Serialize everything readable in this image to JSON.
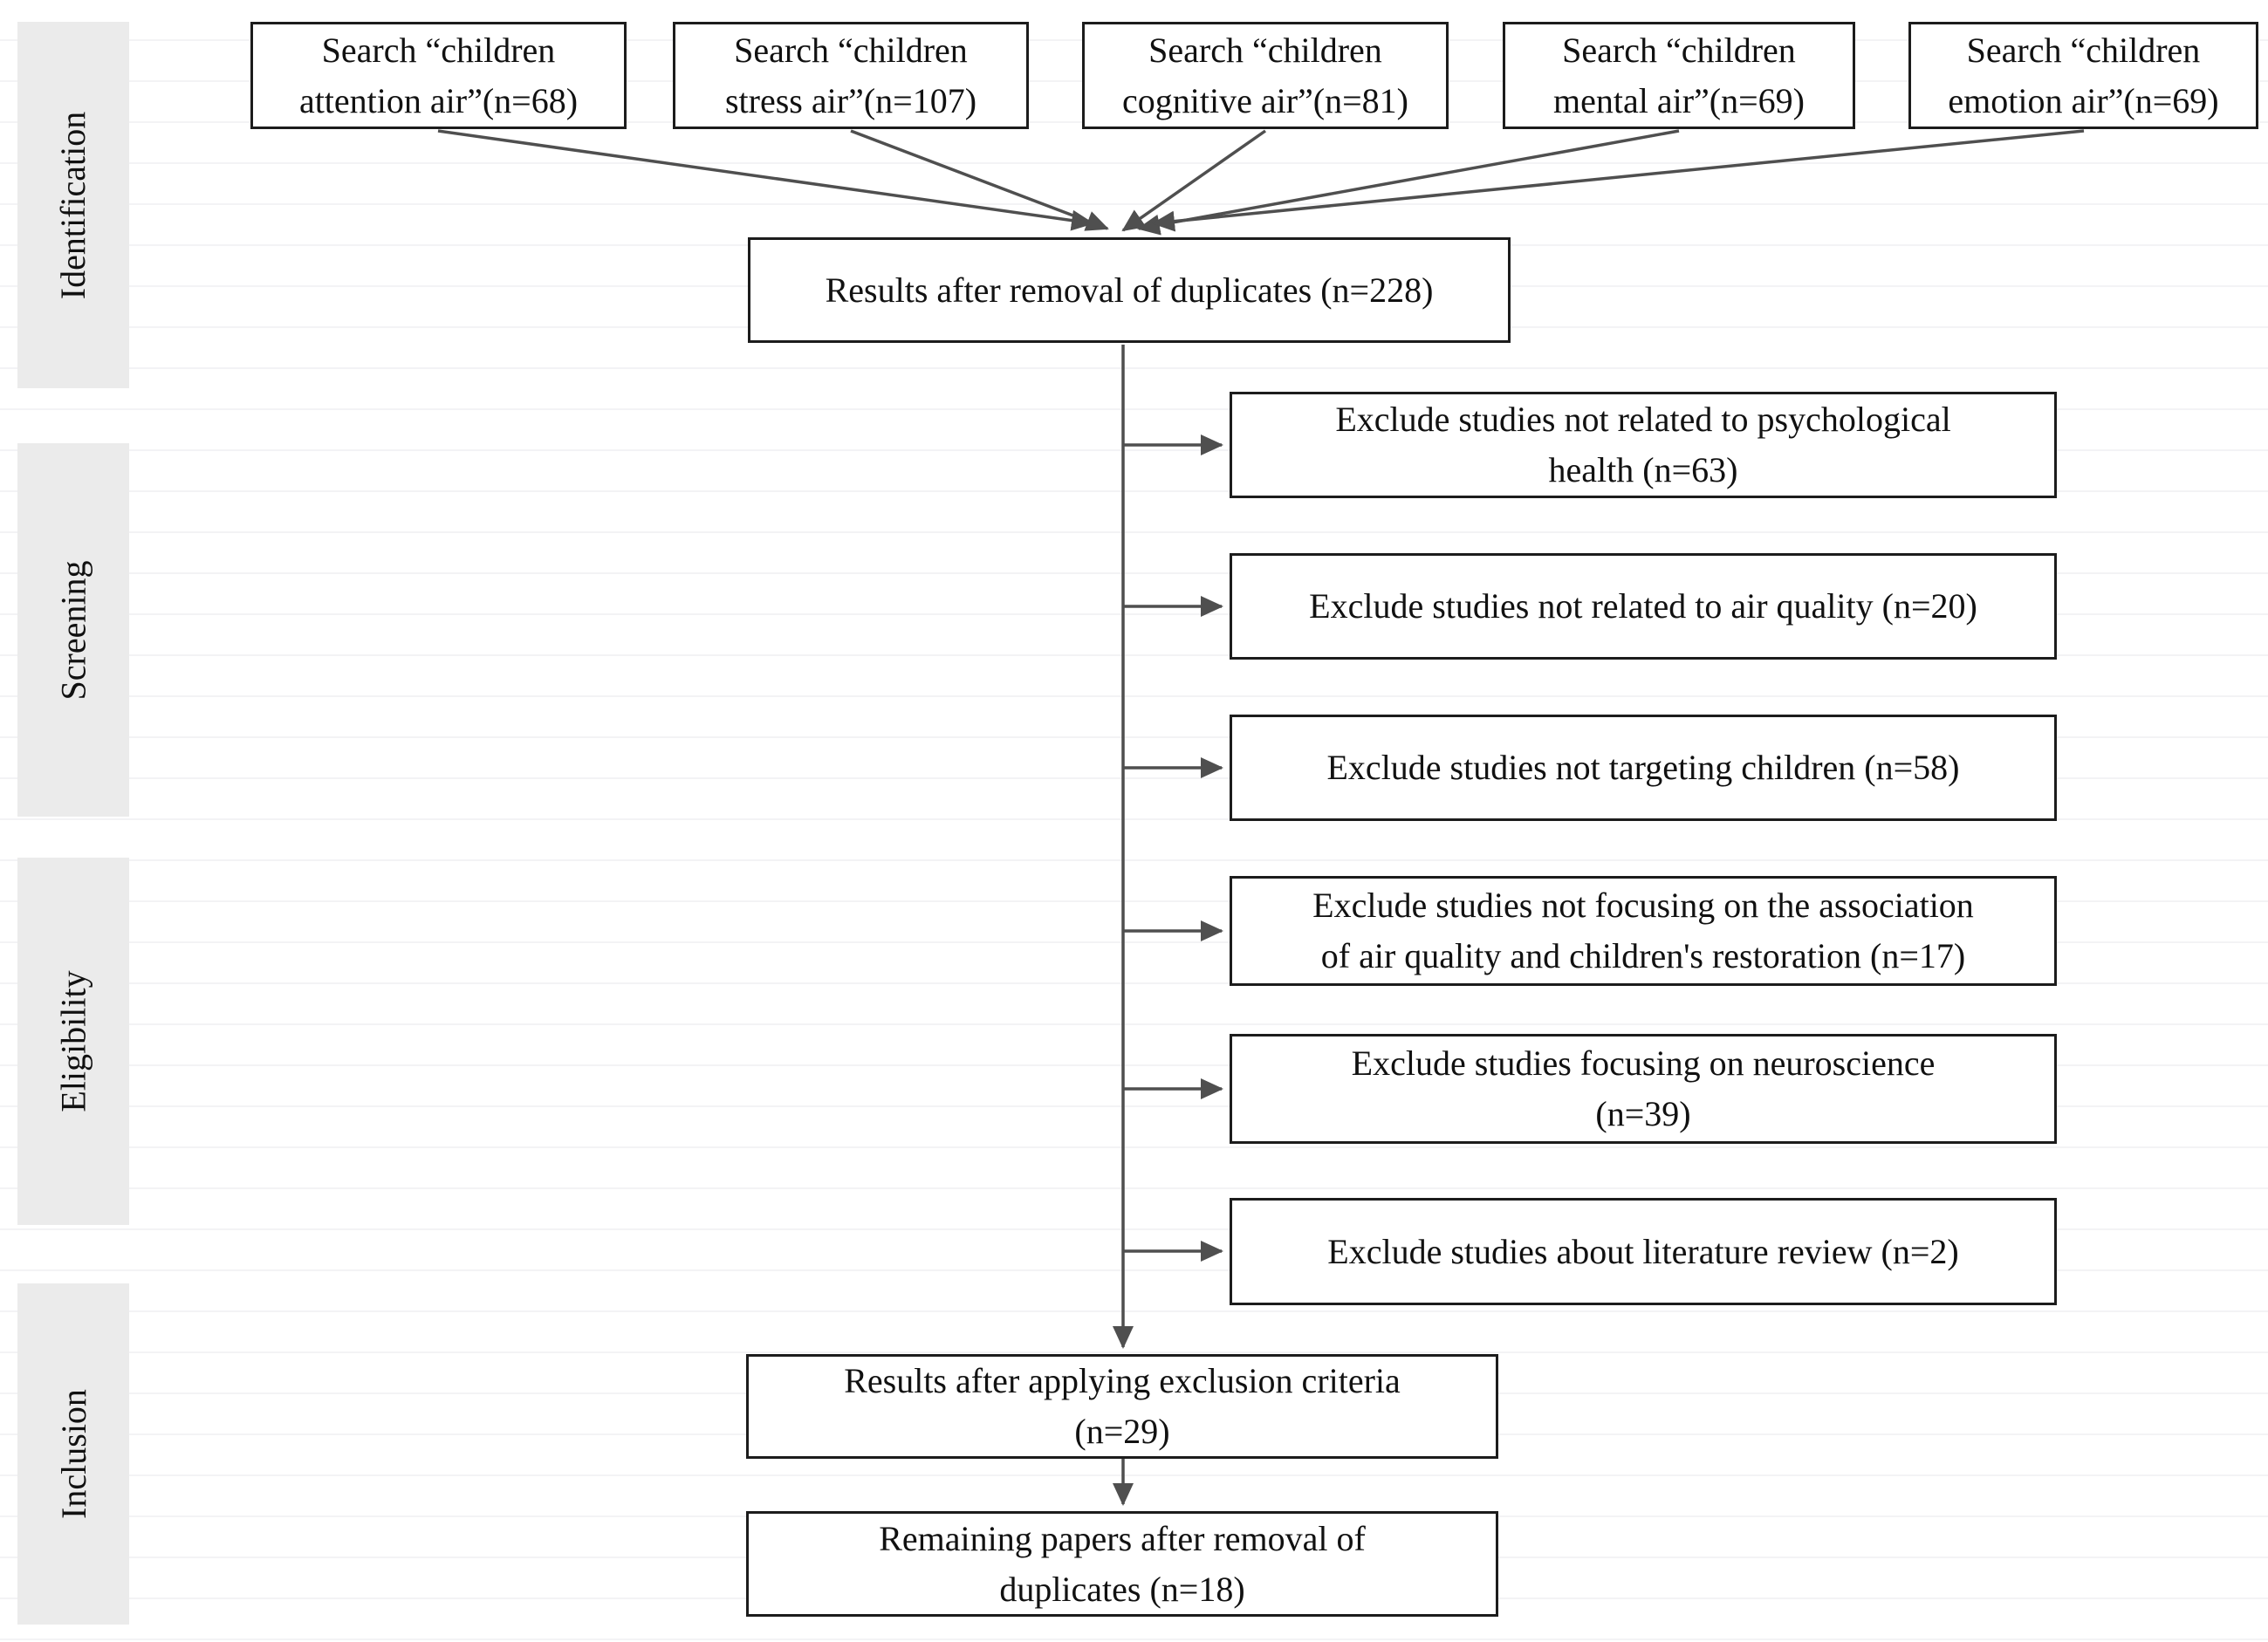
{
  "stages": [
    {
      "label": "Identification"
    },
    {
      "label": "Screening"
    },
    {
      "label": "Eligibility"
    },
    {
      "label": "Inclusion"
    }
  ],
  "search_boxes": [
    {
      "lines": [
        "Search “children",
        "attention air”(n=68)"
      ]
    },
    {
      "lines": [
        "Search “children",
        "stress air”(n=107)"
      ]
    },
    {
      "lines": [
        "Search “children",
        "cognitive air”(n=81)"
      ]
    },
    {
      "lines": [
        "Search “children",
        "mental air”(n=69)"
      ]
    },
    {
      "lines": [
        "Search “children",
        "emotion air”(n=69)"
      ]
    }
  ],
  "duplicates_box": {
    "lines": [
      "Results after removal of duplicates (n=228)"
    ]
  },
  "exclusion_boxes": [
    {
      "lines": [
        "Exclude studies not related to psychological",
        "health (n=63)"
      ]
    },
    {
      "lines": [
        "Exclude studies not related to air quality (n=20)"
      ]
    },
    {
      "lines": [
        "Exclude studies not targeting children (n=58)"
      ]
    },
    {
      "lines": [
        "Exclude studies not focusing on the association",
        "of air quality and children's restoration (n=17)"
      ]
    },
    {
      "lines": [
        "Exclude studies focusing on neuroscience",
        "(n=39)"
      ]
    },
    {
      "lines": [
        "Exclude studies about literature review (n=2)"
      ]
    }
  ],
  "results_box": {
    "lines": [
      "Results after applying exclusion criteria",
      "(n=29)"
    ]
  },
  "final_box": {
    "lines": [
      "Remaining papers after removal of",
      "duplicates (n=18)"
    ]
  },
  "colors": {
    "background": "#ffffff",
    "stage_bg": "#ebebeb",
    "box_border": "#1c1c1c",
    "text": "#111111",
    "arrow": "#4f4f4f",
    "faint_line": "#f3f3f5"
  }
}
